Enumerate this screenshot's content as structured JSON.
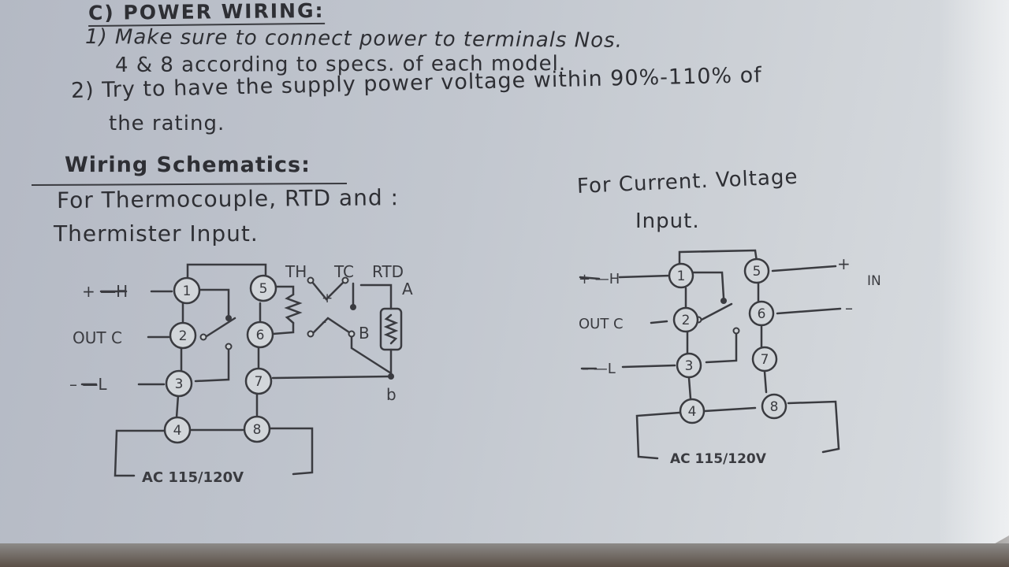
{
  "section": {
    "title": "C) POWER WIRING:",
    "item1_line1": "1) Make sure to connect power to terminals Nos.",
    "item1_line2": "4 & 8 according to specs. of each model.",
    "item2_line1": "2) Try to have the supply power voltage within 90%-110% of",
    "item2_line2": "the rating."
  },
  "schematics": {
    "heading": "Wiring Schematics:",
    "left_caption_line1": "For Thermocouple, RTD and :",
    "left_caption_line2": "Thermister Input.",
    "right_caption_line1": "For Current. Voltage",
    "right_caption_line2": "Input."
  },
  "left_diagram": {
    "labels": {
      "plus_h": "+ —H",
      "out_c": "OUT C",
      "minus_l": "– —L",
      "th": "TH",
      "tc": "TC",
      "rtd": "RTD",
      "a": "A",
      "b_upper": "B",
      "b_lower": "b",
      "tc_plus": "+",
      "tc_minus": "-",
      "ac": "AC 115/120V"
    },
    "terminals": [
      "1",
      "2",
      "3",
      "4",
      "5",
      "6",
      "7",
      "8"
    ]
  },
  "right_diagram": {
    "labels": {
      "plus_h": "+ —H",
      "out_c": "OUT C",
      "minus_l": "– —L",
      "in": "IN",
      "plus": "+",
      "minus": "–",
      "ac": "AC 115/120V"
    },
    "terminals": [
      "1",
      "2",
      "3",
      "4",
      "5",
      "6",
      "7",
      "8"
    ]
  }
}
